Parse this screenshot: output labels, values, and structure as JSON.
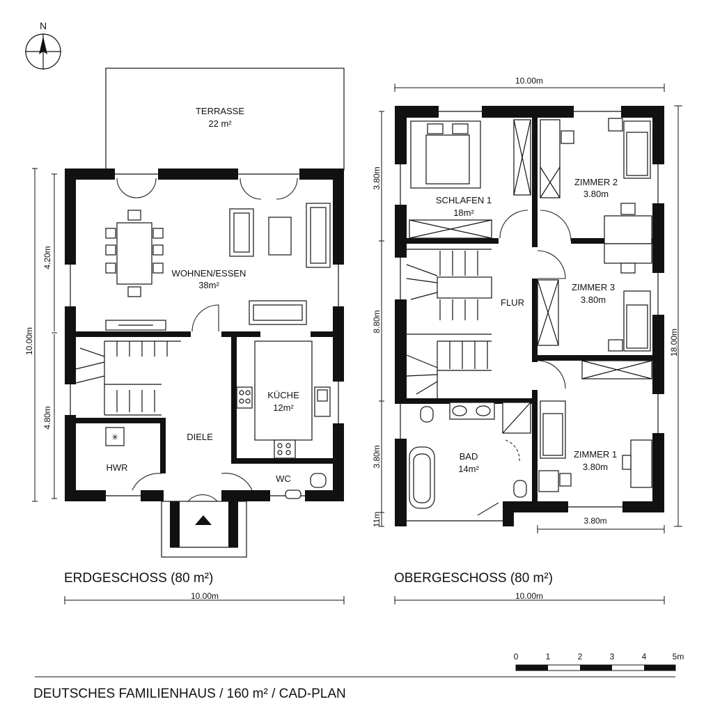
{
  "north": "N",
  "ground_floor": {
    "title": "ERDGESCHOSS (80 m²)",
    "width_dim": "10.00m",
    "height_dim": "10.00m",
    "upper_dim": "4.20m",
    "lower_dim": "4.80m",
    "terrace": {
      "name": "TERRASSE",
      "area": "22 m²"
    },
    "rooms": {
      "living": {
        "name": "WOHNEN/ESSEN",
        "area": "38m²"
      },
      "kitchen": {
        "name": "KÜCHE",
        "area": "12m²"
      },
      "hall": {
        "name": "DIELE"
      },
      "utility": {
        "name": "HWR"
      },
      "wc": {
        "name": "WC"
      }
    }
  },
  "upper_floor": {
    "title": "OBERGESCHOSS (80 m²)",
    "width_dim": "10.00m",
    "bottom_dim": "10.00m",
    "height_dim": "18.00m",
    "side_dims": [
      "3.80m",
      "8.80m",
      "3.80m",
      "11m"
    ],
    "bottom_right_dim": "3.80m",
    "rooms": {
      "bedroom1": {
        "name": "SCHLAFEN 1",
        "area": "18m²"
      },
      "room2": {
        "name": "ZIMMER 2",
        "area": "3.80m"
      },
      "room3": {
        "name": "ZIMMER 3",
        "area": "3.80m"
      },
      "room1": {
        "name": "ZIMMER 1",
        "area": "3.80m"
      },
      "hall": {
        "name": "FLUR"
      },
      "bath": {
        "name": "BAD",
        "area": "14m²"
      }
    }
  },
  "scale_bar": [
    "0",
    "1",
    "2",
    "3",
    "4",
    "5m"
  ],
  "footer": "DEUTSCHES FAMILIENHAUS / 160 m² / CAD-PLAN"
}
